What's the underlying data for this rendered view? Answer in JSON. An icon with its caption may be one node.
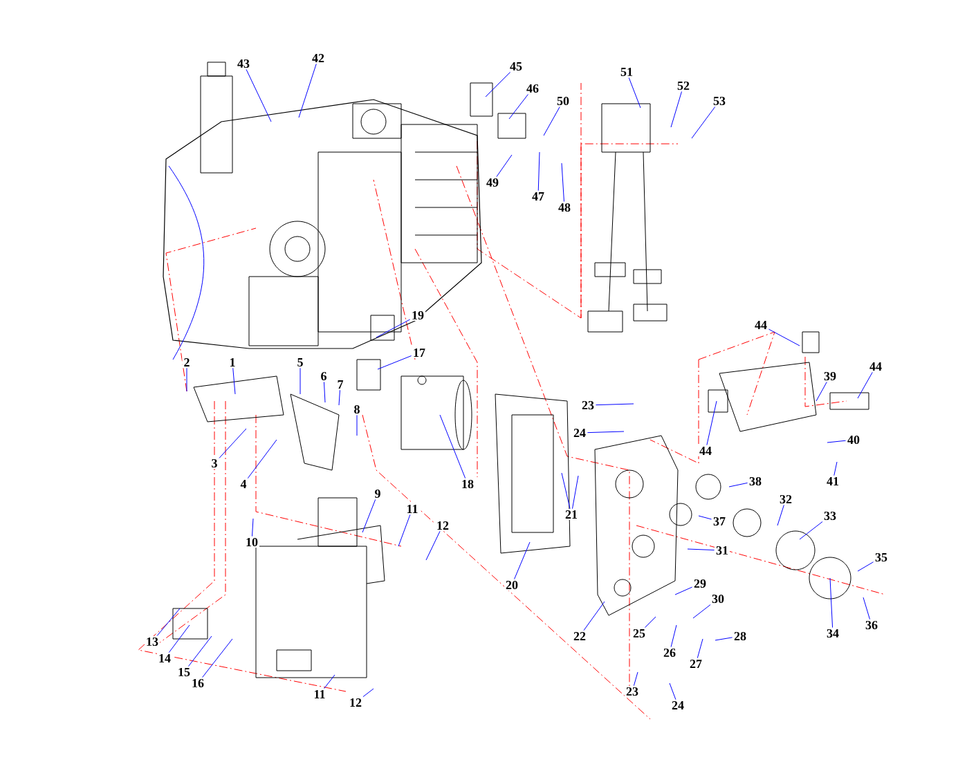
{
  "diagram": {
    "nodes": [
      {
        "text": [
          "42"
        ]
      },
      {
        "text": [
          "43"
        ]
      },
      {
        "text": [
          "45"
        ]
      },
      {
        "text": [
          "51"
        ]
      },
      {
        "text": [
          "52"
        ]
      },
      {
        "text": [
          "46"
        ]
      },
      {
        "text": [
          "50"
        ]
      },
      {
        "text": [
          "53"
        ]
      },
      {
        "text": [
          "49"
        ]
      },
      {
        "text": [
          "47"
        ]
      },
      {
        "text": [
          "48"
        ]
      },
      {
        "text": [
          "19"
        ]
      },
      {
        "text": [
          "44"
        ]
      },
      {
        "text": [
          "17"
        ]
      },
      {
        "text": [
          "2"
        ]
      },
      {
        "text": [
          "1"
        ]
      },
      {
        "text": [
          "5"
        ]
      },
      {
        "text": [
          "44"
        ]
      },
      {
        "text": [
          "6"
        ]
      },
      {
        "text": [
          "39"
        ]
      },
      {
        "text": [
          "7"
        ]
      },
      {
        "text": [
          "8"
        ]
      },
      {
        "text": [
          "23"
        ]
      },
      {
        "text": [
          "24"
        ]
      },
      {
        "text": [
          "40"
        ]
      },
      {
        "text": [
          "44"
        ]
      },
      {
        "text": [
          "3"
        ]
      },
      {
        "text": [
          "41"
        ]
      },
      {
        "text": [
          "38"
        ]
      },
      {
        "text": [
          "4"
        ]
      },
      {
        "text": [
          "18"
        ]
      },
      {
        "text": [
          "9"
        ]
      },
      {
        "text": [
          "32"
        ]
      },
      {
        "text": [
          "11"
        ]
      },
      {
        "text": [
          "21"
        ]
      },
      {
        "text": [
          "33"
        ]
      },
      {
        "text": [
          "12"
        ]
      },
      {
        "text": [
          "37"
        ]
      },
      {
        "text": [
          "10"
        ]
      },
      {
        "text": [
          "31"
        ]
      },
      {
        "text": [
          "35"
        ]
      },
      {
        "text": [
          "20"
        ]
      },
      {
        "text": [
          "29"
        ]
      },
      {
        "text": [
          "30"
        ]
      },
      {
        "text": [
          "36"
        ]
      },
      {
        "text": [
          "25"
        ]
      },
      {
        "text": [
          "34"
        ]
      },
      {
        "text": [
          "22"
        ]
      },
      {
        "text": [
          "28"
        ]
      },
      {
        "text": [
          "13"
        ]
      },
      {
        "text": [
          "26"
        ]
      },
      {
        "text": [
          "14"
        ]
      },
      {
        "text": [
          "27"
        ]
      },
      {
        "text": [
          "15"
        ]
      },
      {
        "text": [
          "16"
        ]
      },
      {
        "text": [
          "23"
        ]
      },
      {
        "text": [
          "11"
        ]
      },
      {
        "text": [
          "12"
        ]
      },
      {
        "text": [
          "24"
        ]
      }
    ],
    "edges": [
      {
        "from": 0,
        "to": null,
        "arrow": "none"
      },
      {
        "from": 1,
        "to": null,
        "arrow": "none"
      },
      {
        "from": 2,
        "to": null,
        "arrow": "none"
      },
      {
        "from": 3,
        "to": null,
        "arrow": "none"
      },
      {
        "from": 4,
        "to": null,
        "arrow": "none"
      },
      {
        "from": 5,
        "to": null,
        "arrow": "none"
      },
      {
        "from": 6,
        "to": null,
        "arrow": "none"
      },
      {
        "from": 7,
        "to": null,
        "arrow": "none"
      },
      {
        "from": 8,
        "to": null,
        "arrow": "none"
      },
      {
        "from": 9,
        "to": null,
        "arrow": "none"
      },
      {
        "from": 10,
        "to": null,
        "arrow": "none"
      },
      {
        "from": 11,
        "to": null,
        "arrow": "none"
      },
      {
        "from": 12,
        "to": null,
        "arrow": "none"
      },
      {
        "from": 13,
        "to": null,
        "arrow": "none"
      },
      {
        "from": 14,
        "to": null,
        "arrow": "none"
      },
      {
        "from": 15,
        "to": null,
        "arrow": "none"
      },
      {
        "from": 16,
        "to": null,
        "arrow": "none"
      },
      {
        "from": 17,
        "to": null,
        "arrow": "none"
      },
      {
        "from": 18,
        "to": null,
        "arrow": "none"
      },
      {
        "from": 19,
        "to": null,
        "arrow": "none"
      },
      {
        "from": 20,
        "to": null,
        "arrow": "none"
      },
      {
        "from": 21,
        "to": null,
        "arrow": "none"
      },
      {
        "from": 22,
        "to": null,
        "arrow": "none"
      },
      {
        "from": 23,
        "to": null,
        "arrow": "none"
      },
      {
        "from": 24,
        "to": null,
        "arrow": "none"
      },
      {
        "from": 25,
        "to": null,
        "arrow": "none"
      },
      {
        "from": 26,
        "to": null,
        "arrow": "none"
      },
      {
        "from": 27,
        "to": null,
        "arrow": "none"
      },
      {
        "from": 28,
        "to": null,
        "arrow": "none"
      },
      {
        "from": 29,
        "to": null,
        "arrow": "none"
      },
      {
        "from": 30,
        "to": null,
        "arrow": "none"
      },
      {
        "from": 31,
        "to": null,
        "arrow": "none"
      },
      {
        "from": 32,
        "to": null,
        "arrow": "none"
      },
      {
        "from": 33,
        "to": null,
        "arrow": "none"
      },
      {
        "from": 34,
        "to": null,
        "arrow": "none"
      },
      {
        "from": 34,
        "to": null,
        "arrow": "none"
      },
      {
        "from": 35,
        "to": null,
        "arrow": "none"
      },
      {
        "from": 36,
        "to": null,
        "arrow": "none"
      },
      {
        "from": 37,
        "to": null,
        "arrow": "none"
      },
      {
        "from": 38,
        "to": null,
        "arrow": "none"
      },
      {
        "from": 39,
        "to": null,
        "arrow": "none"
      },
      {
        "from": 40,
        "to": null,
        "arrow": "none"
      },
      {
        "from": 41,
        "to": null,
        "arrow": "none"
      },
      {
        "from": 42,
        "to": null,
        "arrow": "none"
      },
      {
        "from": 43,
        "to": null,
        "arrow": "none"
      },
      {
        "from": 44,
        "to": null,
        "arrow": "none"
      },
      {
        "from": 45,
        "to": null,
        "arrow": "none"
      },
      {
        "from": 46,
        "to": null,
        "arrow": "none"
      },
      {
        "from": 47,
        "to": null,
        "arrow": "none"
      },
      {
        "from": 48,
        "to": null,
        "arrow": "none"
      },
      {
        "from": 49,
        "to": null,
        "arrow": "none"
      },
      {
        "from": 50,
        "to": null,
        "arrow": "none"
      },
      {
        "from": 51,
        "to": null,
        "arrow": "none"
      },
      {
        "from": 52,
        "to": null,
        "arrow": "none"
      },
      {
        "from": 53,
        "to": null,
        "arrow": "none"
      },
      {
        "from": 54,
        "to": null,
        "arrow": "none"
      },
      {
        "from": 55,
        "to": null,
        "arrow": "none"
      },
      {
        "from": 56,
        "to": null,
        "arrow": "none"
      },
      {
        "from": 57,
        "to": null,
        "arrow": "none"
      },
      {
        "from": 58,
        "to": null,
        "arrow": "none"
      }
    ]
  }
}
